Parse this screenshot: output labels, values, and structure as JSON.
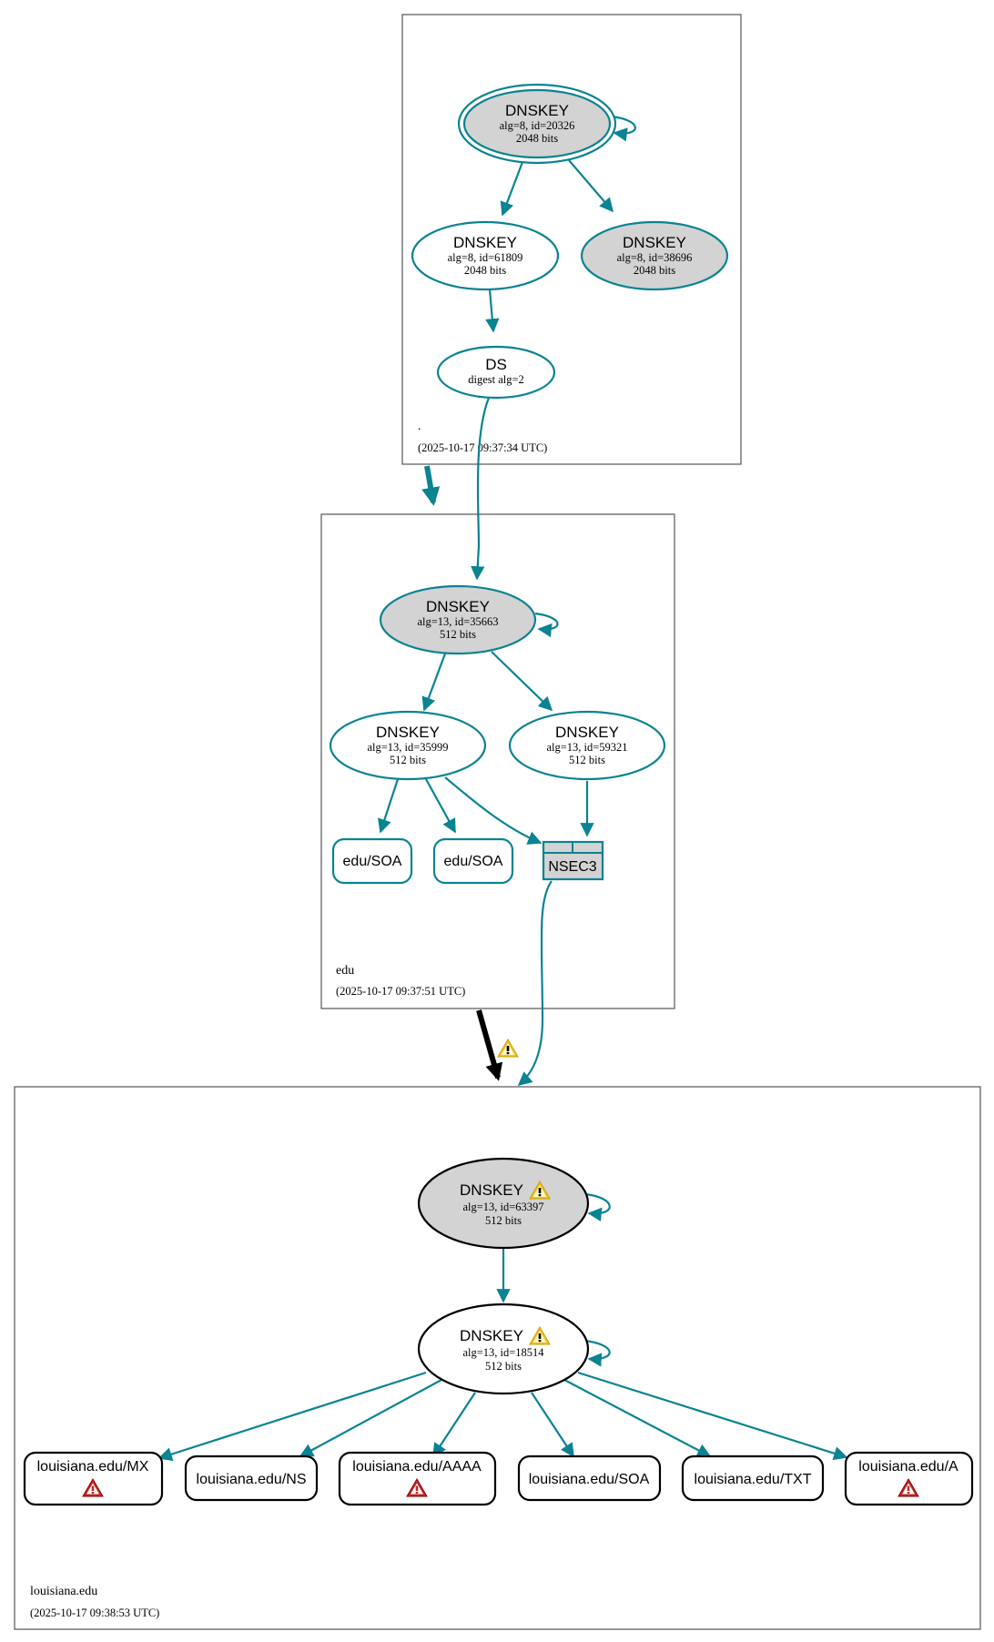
{
  "zones": {
    "root": {
      "name": ".",
      "timestamp": "(2025-10-17 09:37:34 UTC)"
    },
    "edu": {
      "name": "edu",
      "timestamp": "(2025-10-17 09:37:51 UTC)"
    },
    "louisiana": {
      "name": "louisiana.edu",
      "timestamp": "(2025-10-17 09:38:53 UTC)"
    }
  },
  "nodes": {
    "root_ksk": {
      "title": "DNSKEY",
      "line1": "alg=8, id=20326",
      "line2": "2048 bits"
    },
    "root_zsk1": {
      "title": "DNSKEY",
      "line1": "alg=8, id=61809",
      "line2": "2048 bits"
    },
    "root_zsk2": {
      "title": "DNSKEY",
      "line1": "alg=8, id=38696",
      "line2": "2048 bits"
    },
    "root_ds": {
      "title": "DS",
      "line1": "digest alg=2"
    },
    "edu_ksk": {
      "title": "DNSKEY",
      "line1": "alg=13, id=35663",
      "line2": "512 bits"
    },
    "edu_zsk1": {
      "title": "DNSKEY",
      "line1": "alg=13, id=35999",
      "line2": "512 bits"
    },
    "edu_zsk2": {
      "title": "DNSKEY",
      "line1": "alg=13, id=59321",
      "line2": "512 bits"
    },
    "edu_soa1": {
      "label": "edu/SOA"
    },
    "edu_soa2": {
      "label": "edu/SOA"
    },
    "edu_nsec3": {
      "label": "NSEC3"
    },
    "lou_ksk": {
      "title": "DNSKEY",
      "line1": "alg=13, id=63397",
      "line2": "512 bits"
    },
    "lou_zsk": {
      "title": "DNSKEY",
      "line1": "alg=13, id=18514",
      "line2": "512 bits"
    },
    "lou_mx": {
      "label": "louisiana.edu/MX"
    },
    "lou_ns": {
      "label": "louisiana.edu/NS"
    },
    "lou_aaaa": {
      "label": "louisiana.edu/AAAA"
    },
    "lou_soa": {
      "label": "louisiana.edu/SOA"
    },
    "lou_txt": {
      "label": "louisiana.edu/TXT"
    },
    "lou_a": {
      "label": "louisiana.edu/A"
    }
  },
  "colors": {
    "secure_edge": "#0a8393",
    "ksk_fill": "#d3d3d3",
    "warning_yellow": "#f2c21b",
    "error_red": "#c62828"
  },
  "icons": [
    "warning-icon",
    "error-icon"
  ]
}
